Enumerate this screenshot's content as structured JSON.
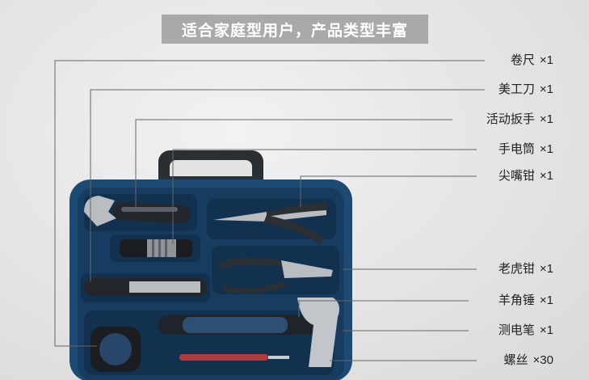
{
  "banner": {
    "title": "适合家庭型用户，产品类型丰富"
  },
  "items": [
    {
      "name": "卷尺",
      "qty": "×1"
    },
    {
      "name": "美工刀",
      "qty": "×1"
    },
    {
      "name": "活动扳手",
      "qty": "×1"
    },
    {
      "name": "手电筒",
      "qty": "×1"
    },
    {
      "name": "尖嘴钳",
      "qty": "×1"
    },
    {
      "name": "老虎钳",
      "qty": "×1"
    },
    {
      "name": "羊角锤",
      "qty": "×1"
    },
    {
      "name": "测电笔",
      "qty": "×1"
    },
    {
      "name": "螺丝",
      "qty": "×30"
    }
  ],
  "colors": {
    "case": "#1d4a72",
    "case_dark": "#123453",
    "leader": "#666666",
    "banner": "#a9a9a9"
  }
}
